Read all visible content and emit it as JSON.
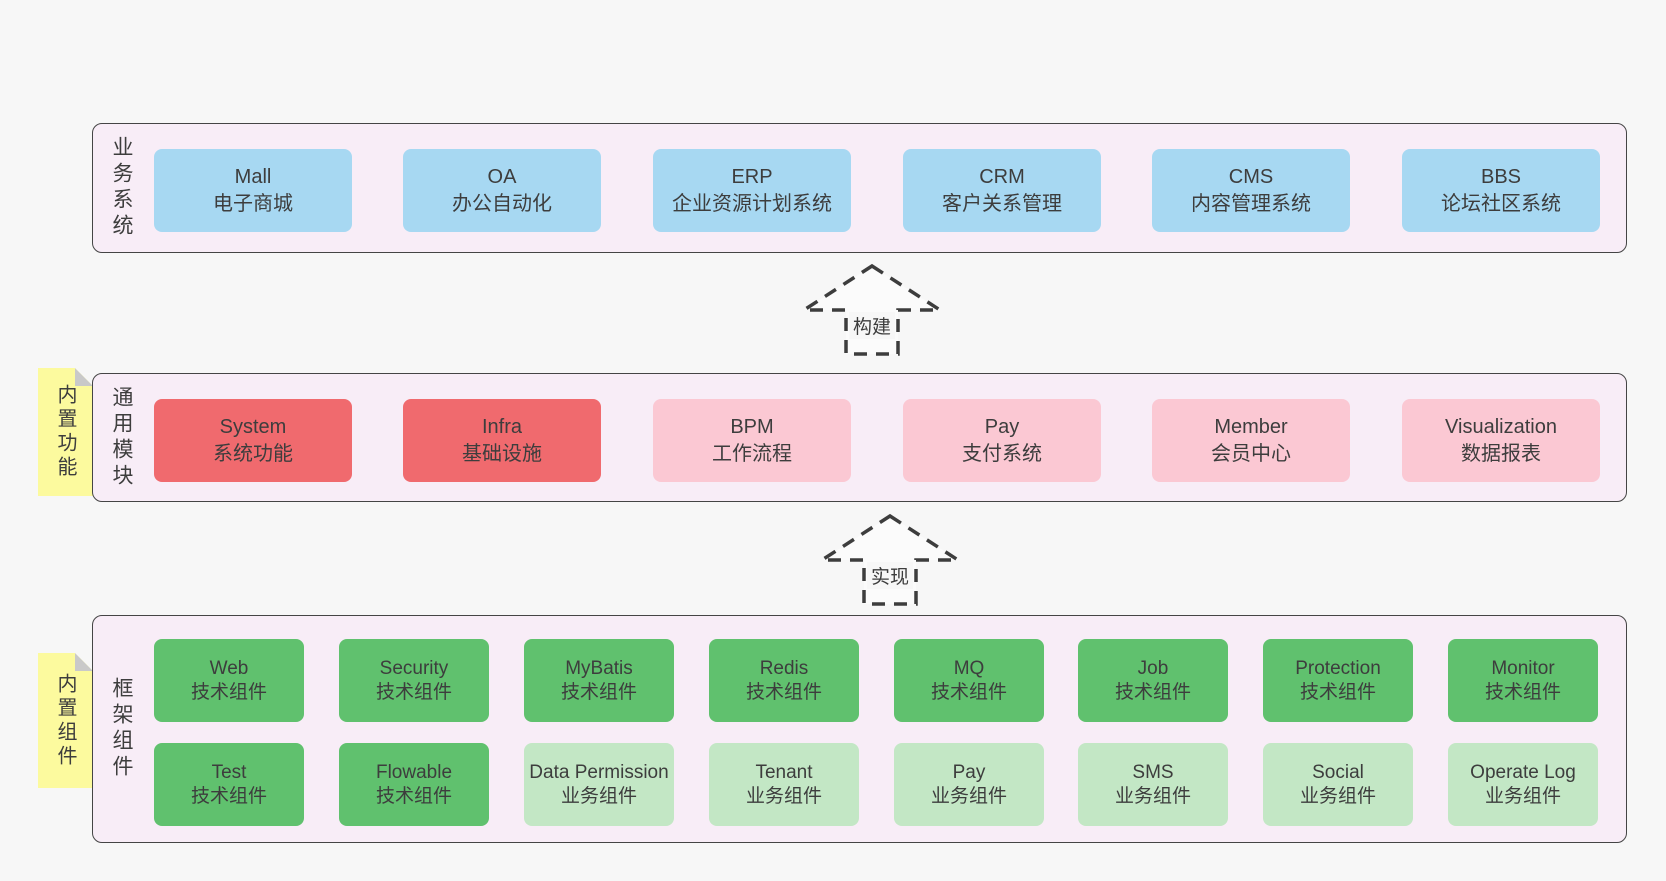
{
  "palette": {
    "page_bg": "#f7f7f7",
    "section_bg": "#f8edf7",
    "section_border": "#454545",
    "card_blue": "#a7d8f2",
    "card_red": "#f06a6e",
    "card_pink": "#fbc8d3",
    "card_green": "#60c16e",
    "card_light_green": "#c3e7c5",
    "tag_yellow": "#fcfa9e",
    "tag_fold_gray": "#c9c9c9",
    "text": "#3d3d3d"
  },
  "arrows": {
    "build": "构建",
    "implement": "实现"
  },
  "sections": {
    "business": {
      "label": "业务系统",
      "boxes": [
        {
          "title": "Mall",
          "subtitle": "电子商城"
        },
        {
          "title": "OA",
          "subtitle": "办公自动化"
        },
        {
          "title": "ERP",
          "subtitle": "企业资源计划系统"
        },
        {
          "title": "CRM",
          "subtitle": "客户关系管理"
        },
        {
          "title": "CMS",
          "subtitle": "内容管理系统"
        },
        {
          "title": "BBS",
          "subtitle": "论坛社区系统"
        }
      ]
    },
    "modules": {
      "label": "通用模块",
      "tag": "内置功能",
      "boxes": [
        {
          "title": "System",
          "subtitle": "系统功能"
        },
        {
          "title": "Infra",
          "subtitle": "基础设施"
        },
        {
          "title": "BPM",
          "subtitle": "工作流程"
        },
        {
          "title": "Pay",
          "subtitle": "支付系统"
        },
        {
          "title": "Member",
          "subtitle": "会员中心"
        },
        {
          "title": "Visualization",
          "subtitle": "数据报表"
        }
      ]
    },
    "framework": {
      "label": "框架组件",
      "tag": "内置组件",
      "rows": [
        [
          {
            "title": "Web",
            "subtitle": "技术组件"
          },
          {
            "title": "Security",
            "subtitle": "技术组件"
          },
          {
            "title": "MyBatis",
            "subtitle": "技术组件"
          },
          {
            "title": "Redis",
            "subtitle": "技术组件"
          },
          {
            "title": "MQ",
            "subtitle": "技术组件"
          },
          {
            "title": "Job",
            "subtitle": "技术组件"
          },
          {
            "title": "Protection",
            "subtitle": "技术组件"
          },
          {
            "title": "Monitor",
            "subtitle": "技术组件"
          }
        ],
        [
          {
            "title": "Test",
            "subtitle": "技术组件"
          },
          {
            "title": "Flowable",
            "subtitle": "技术组件"
          },
          {
            "title": "Data Permission",
            "subtitle": "业务组件"
          },
          {
            "title": "Tenant",
            "subtitle": "业务组件"
          },
          {
            "title": "Pay",
            "subtitle": "业务组件"
          },
          {
            "title": "SMS",
            "subtitle": "业务组件"
          },
          {
            "title": "Social",
            "subtitle": "业务组件"
          },
          {
            "title": "Operate Log",
            "subtitle": "业务组件"
          }
        ]
      ]
    }
  }
}
